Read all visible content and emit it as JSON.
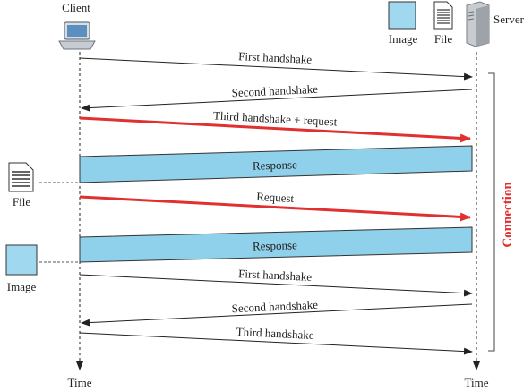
{
  "labels": {
    "client": "Client",
    "server": "Server",
    "server_image": "Image",
    "server_file": "File",
    "client_file": "File",
    "client_image": "Image",
    "time_left": "Time",
    "time_right": "Time",
    "connection": "Connection"
  },
  "messages": [
    {
      "label": "First handshake",
      "direction": "client-to-server",
      "style": "thin"
    },
    {
      "label": "Second handshake",
      "direction": "server-to-client",
      "style": "thin"
    },
    {
      "label": "Third handshake + request",
      "direction": "client-to-server",
      "style": "red"
    },
    {
      "label": "Response",
      "direction": "server-to-client",
      "style": "band"
    },
    {
      "label": "Request",
      "direction": "client-to-server",
      "style": "red"
    },
    {
      "label": "Response",
      "direction": "server-to-client",
      "style": "band"
    },
    {
      "label": "First handshake",
      "direction": "client-to-server",
      "style": "thin"
    },
    {
      "label": "Second handshake",
      "direction": "server-to-client",
      "style": "thin"
    },
    {
      "label": "Third handshake",
      "direction": "client-to-server",
      "style": "thin"
    }
  ],
  "icons": [
    "laptop-icon",
    "server-icon",
    "image-icon",
    "file-icon"
  ],
  "colors": {
    "request_arrow": "#e03030",
    "response_band": "#8fd0ea",
    "image_box": "#9fd8ef",
    "connection": "#e03030",
    "line": "#222222"
  }
}
